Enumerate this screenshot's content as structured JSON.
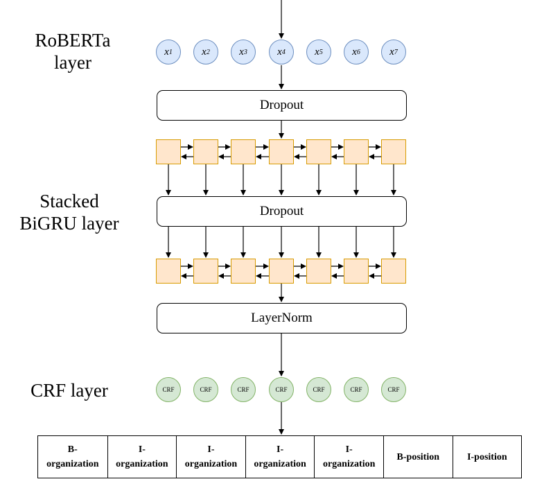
{
  "labels": {
    "roberta": [
      "RoBERTa",
      "layer"
    ],
    "bigru": [
      "Stacked",
      "BiGRU layer"
    ],
    "crf": "CRF layer"
  },
  "inputs": [
    {
      "var": "x",
      "sub": "1"
    },
    {
      "var": "x",
      "sub": "2"
    },
    {
      "var": "x",
      "sub": "3"
    },
    {
      "var": "x",
      "sub": "4"
    },
    {
      "var": "x",
      "sub": "5"
    },
    {
      "var": "x",
      "sub": "6"
    },
    {
      "var": "x",
      "sub": "7"
    }
  ],
  "boxes": {
    "dropout1": "Dropout",
    "dropout2": "Dropout",
    "layernorm": "LayerNorm"
  },
  "crf_nodes": [
    "CRF",
    "CRF",
    "CRF",
    "CRF",
    "CRF",
    "CRF",
    "CRF"
  ],
  "tags": [
    [
      "B-",
      "organization"
    ],
    [
      "I-",
      "organization"
    ],
    [
      "I-",
      "organization"
    ],
    [
      "I-",
      "organization"
    ],
    [
      "I-",
      "organization"
    ],
    [
      "B-position"
    ],
    [
      "I-position"
    ]
  ],
  "colors": {
    "input_fill": "#dae8fc",
    "input_stroke": "#6c8ebf",
    "gru_fill": "#ffe6cc",
    "gru_stroke": "#d79b00",
    "crf_fill": "#d5e8d4",
    "crf_stroke": "#82b366"
  }
}
